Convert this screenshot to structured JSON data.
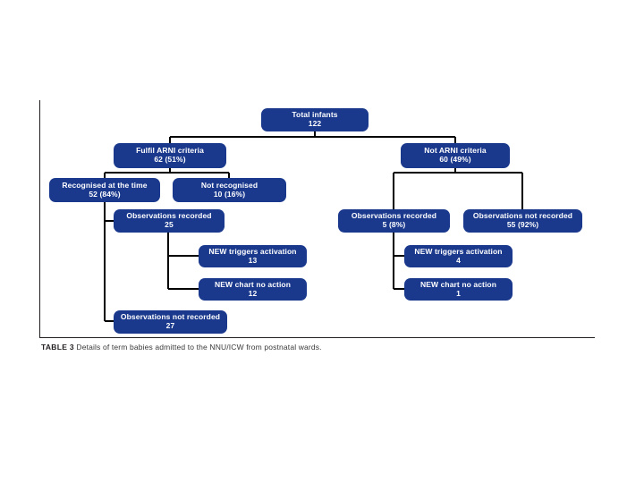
{
  "figure": {
    "caption_label": "TABLE 3",
    "caption_text": "Details of term babies admitted to the NNU/ICW from postnatal wards.",
    "node_color": "#1a398d",
    "line_color": "#000000",
    "frame_color": "#231f20"
  },
  "chart_data": {
    "type": "diagram",
    "title": "Details of term babies admitted to the NNU/ICW from postnatal wards.",
    "diagram_kind": "flowchart-tree",
    "nodes": [
      {
        "id": "total",
        "label": "Total infants",
        "value": "122"
      },
      {
        "id": "fulfil",
        "label": "Fulfil ARNI criteria",
        "value": "62 (51%)"
      },
      {
        "id": "not_arni",
        "label": "Not ARNI criteria",
        "value": "60 (49%)"
      },
      {
        "id": "recognised",
        "label": "Recognised at the time",
        "value": "52 (84%)"
      },
      {
        "id": "not_recognised",
        "label": "Not recognised",
        "value": "10 (16%)"
      },
      {
        "id": "obs_rec_left",
        "label": "Observations recorded",
        "value": "25"
      },
      {
        "id": "new_trig_left",
        "label": "NEW triggers activation",
        "value": "13"
      },
      {
        "id": "new_chart_left",
        "label": "NEW chart no action",
        "value": "12"
      },
      {
        "id": "obs_not_left",
        "label": "Observations not recorded",
        "value": "27"
      },
      {
        "id": "obs_rec_right",
        "label": "Observations recorded",
        "value": "5 (8%)"
      },
      {
        "id": "obs_not_right",
        "label": "Observations not recorded",
        "value": "55 (92%)"
      },
      {
        "id": "new_trig_right",
        "label": "NEW triggers activation",
        "value": "4"
      },
      {
        "id": "new_chart_right",
        "label": "NEW chart no action",
        "value": "1"
      }
    ],
    "edges": [
      {
        "from": "total",
        "to": "fulfil"
      },
      {
        "from": "total",
        "to": "not_arni"
      },
      {
        "from": "fulfil",
        "to": "recognised"
      },
      {
        "from": "fulfil",
        "to": "not_recognised"
      },
      {
        "from": "recognised",
        "to": "obs_rec_left"
      },
      {
        "from": "recognised",
        "to": "obs_not_left"
      },
      {
        "from": "obs_rec_left",
        "to": "new_trig_left"
      },
      {
        "from": "obs_rec_left",
        "to": "new_chart_left"
      },
      {
        "from": "not_arni",
        "to": "obs_rec_right"
      },
      {
        "from": "not_arni",
        "to": "obs_not_right"
      },
      {
        "from": "obs_rec_right",
        "to": "new_trig_right"
      },
      {
        "from": "obs_rec_right",
        "to": "new_chart_right"
      }
    ]
  }
}
